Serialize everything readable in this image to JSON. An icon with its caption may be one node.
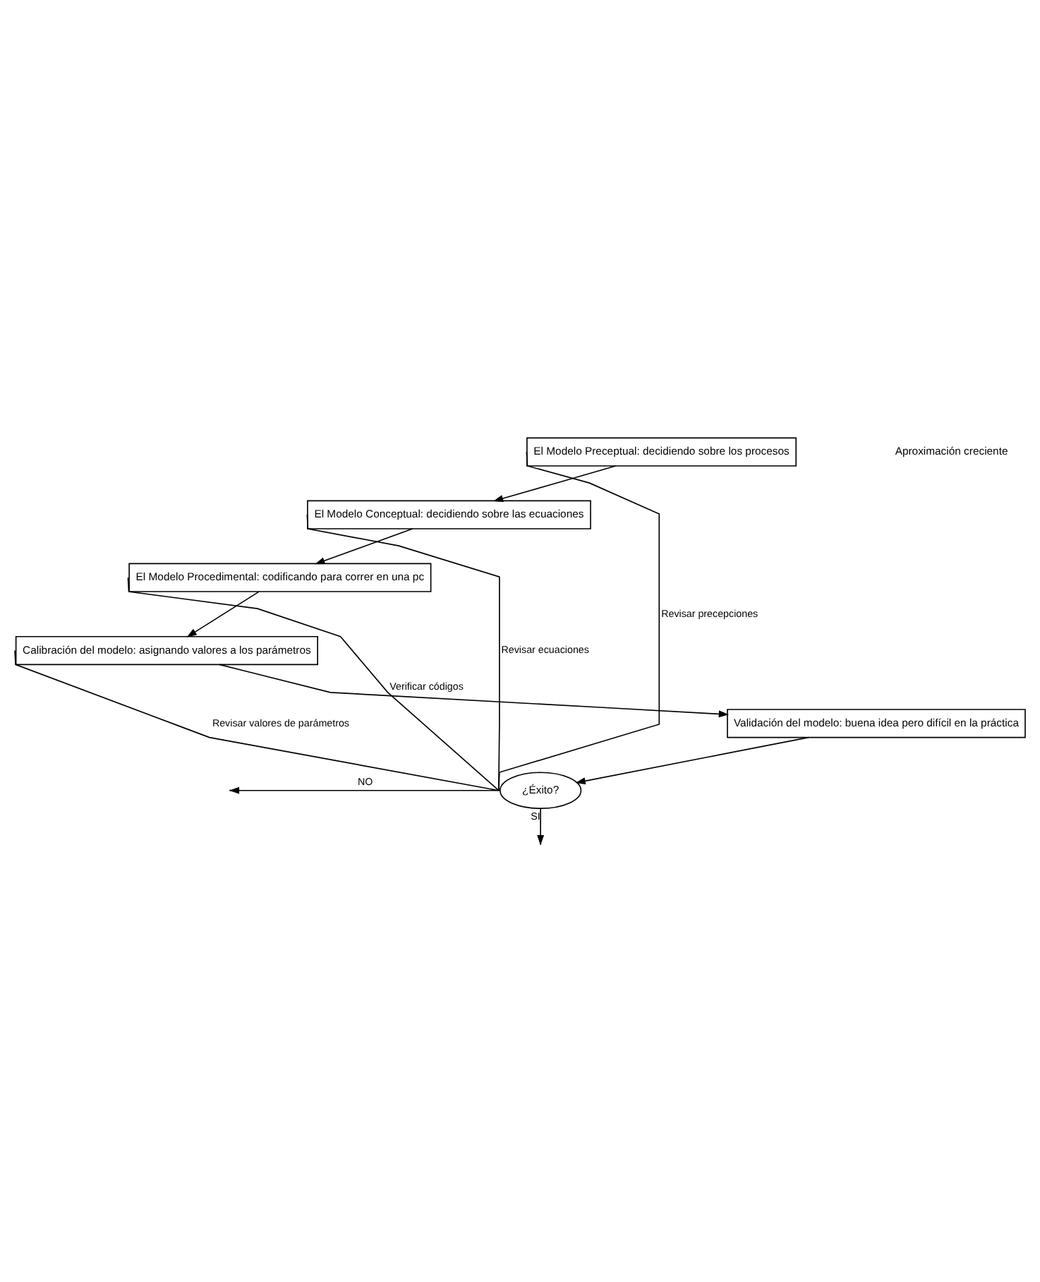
{
  "diagram": {
    "nodes": [
      {
        "text": [
          "El Modelo Preceptual: decidiendo sobre los procesos"
        ]
      },
      {
        "text": [
          "El Modelo Conceptual: decidiendo sobre las ecuaciones"
        ]
      },
      {
        "text": [
          "El Modelo Procedimental: codificando para correr en una pc"
        ]
      },
      {
        "text": [
          "Calibración del modelo: asignando valores a los parámetros"
        ]
      },
      {
        "text": [
          "Validación del modelo: buena idea pero difícil en la práctica"
        ]
      },
      {
        "text": [
          "¿Éxito?"
        ]
      }
    ],
    "edges": [
      {
        "from": 0,
        "to": 1,
        "arrow": "to"
      },
      {
        "from": 1,
        "to": 2,
        "arrow": "to"
      },
      {
        "from": 2,
        "to": 3,
        "arrow": "to"
      },
      {
        "from": 3,
        "to": 4,
        "arrow": "to"
      },
      {
        "from": 4,
        "to": 5,
        "arrow": "to"
      },
      {
        "from": 5,
        "to": null,
        "arrow": "to",
        "label": "NO"
      },
      {
        "from": 5,
        "to": 0,
        "arrow": "none",
        "label": "Revisar precepciones"
      },
      {
        "from": 5,
        "to": 1,
        "arrow": "none",
        "label": "Revisar ecuaciones"
      },
      {
        "from": 5,
        "to": 2,
        "arrow": "none",
        "label": "Verificar códigos"
      },
      {
        "from": 5,
        "to": 3,
        "arrow": "none",
        "label": "Revisar valores de parámetros"
      },
      {
        "from": 5,
        "to": null,
        "arrow": "to",
        "label": "SI"
      }
    ],
    "labels": [
      "Aproximación creciente"
    ]
  }
}
